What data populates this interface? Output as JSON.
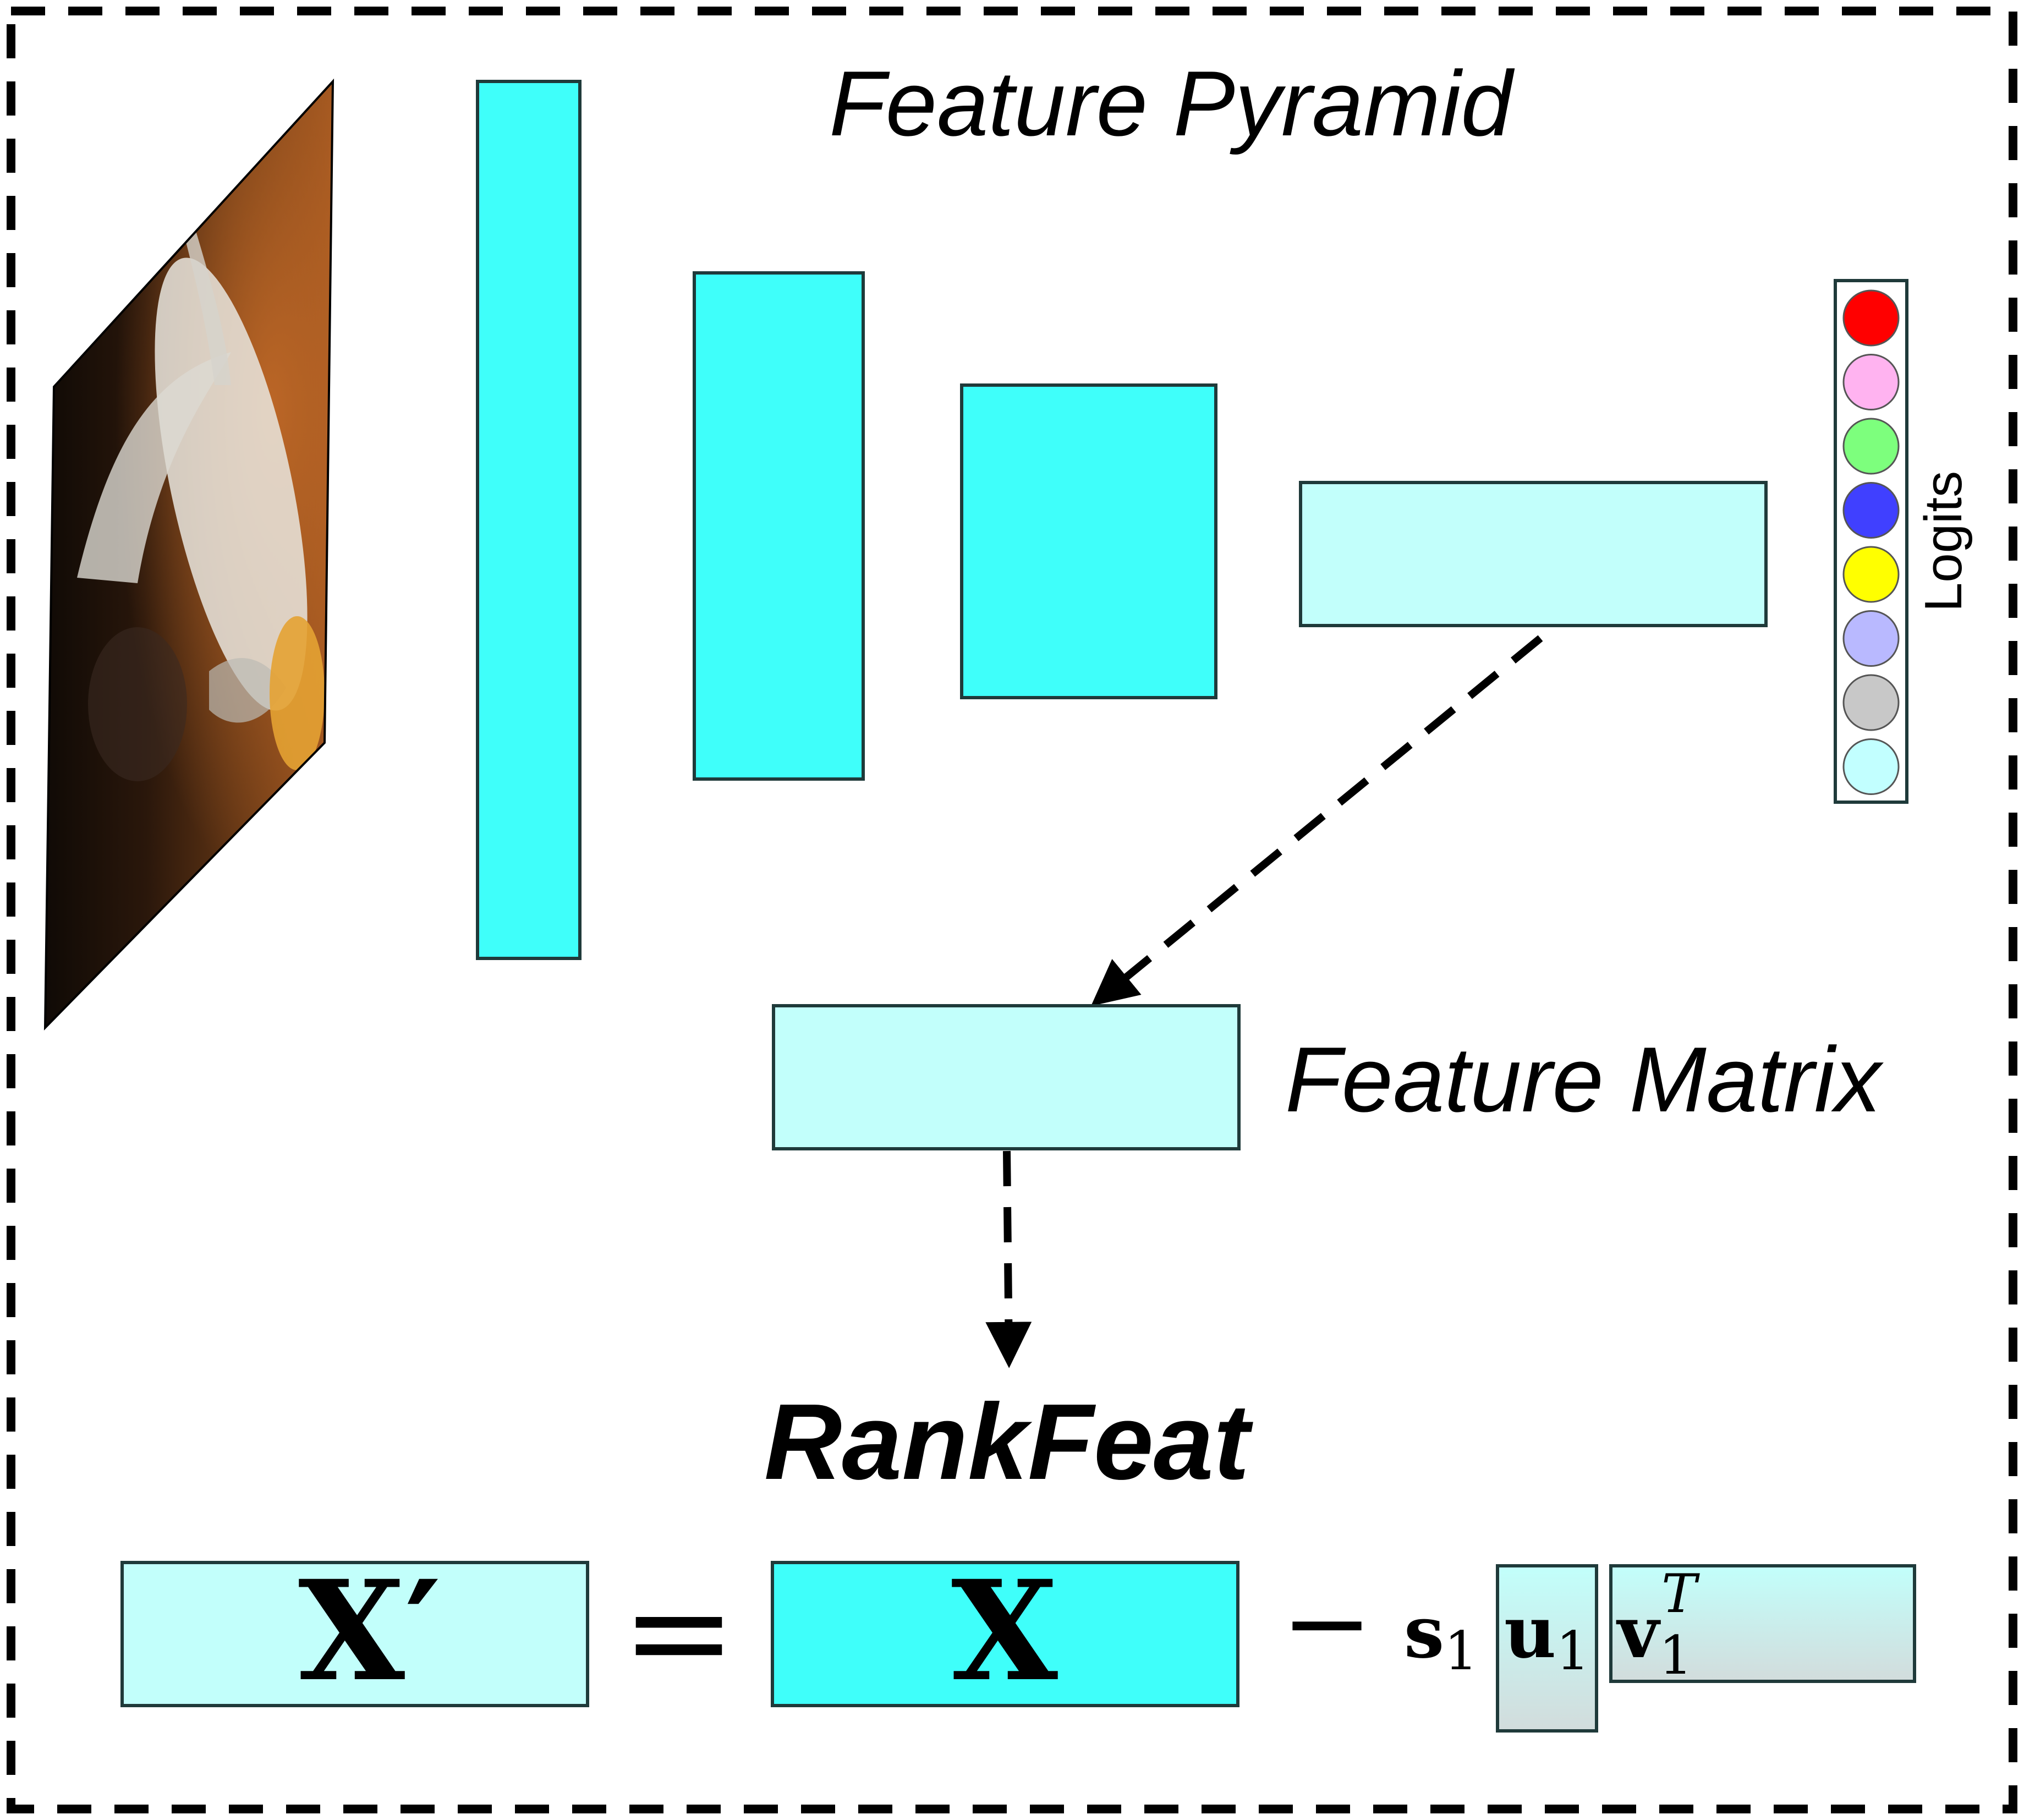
{
  "title": "Feature Pyramid",
  "feature_matrix_label": "Feature Matrix",
  "method_name": "RankFeat",
  "logits_label": "Logits",
  "equation": {
    "lhs": "X′",
    "equals": "=",
    "rhs": "X",
    "minus": "−",
    "s_symbol": "s",
    "s_subscript": "1",
    "u_symbol": "u",
    "u_subscript": "1",
    "v_symbol": "v",
    "v_subscript": "1",
    "v_superscript": "T"
  },
  "logit_colors": [
    "#ff0000",
    "#ffb3f0",
    "#7dff7d",
    "#4040ff",
    "#ffff00",
    "#b9b9ff",
    "#c8c8c8",
    "#c2ffff"
  ],
  "colors": {
    "feature_map_dark": "#3ffffa",
    "feature_map_light": "#c2fffb",
    "outline": "#1f3a3a",
    "border_dash": "#000000"
  }
}
